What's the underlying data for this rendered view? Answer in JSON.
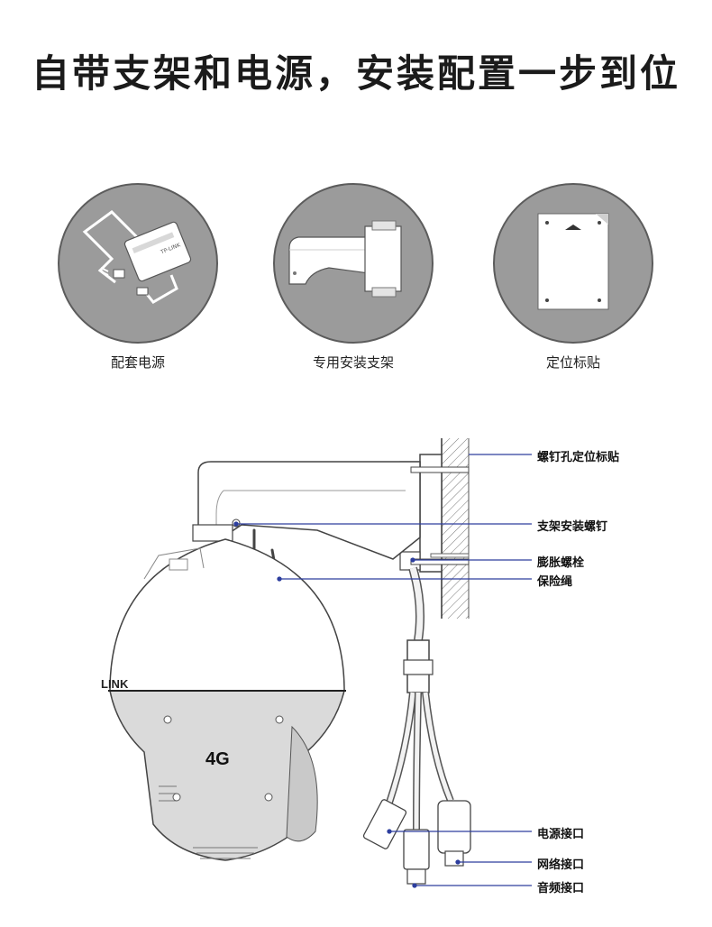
{
  "headline": "自带支架和电源，安装配置一步到位",
  "accessories": [
    {
      "label": "配套电源",
      "icon": "power-adapter-icon"
    },
    {
      "label": "专用安装支架",
      "icon": "mounting-bracket-icon"
    },
    {
      "label": "定位标贴",
      "icon": "positioning-sticker-icon"
    }
  ],
  "callouts": [
    {
      "id": "screw-hole-sticker",
      "label": "螺钉孔定位标贴"
    },
    {
      "id": "bracket-screw",
      "label": "支架安装螺钉"
    },
    {
      "id": "expansion-bolt",
      "label": "膨胀螺栓"
    },
    {
      "id": "safety-rope",
      "label": "保险绳"
    },
    {
      "id": "power-port",
      "label": "电源接口"
    },
    {
      "id": "network-port",
      "label": "网络接口"
    },
    {
      "id": "audio-port",
      "label": "音频接口"
    }
  ],
  "camera": {
    "brand_text": "LINK",
    "badge_text": "4G"
  },
  "colors": {
    "circle_fill": "#9b9b9b",
    "callout_line": "#2d3e9e",
    "outline": "#444444"
  }
}
